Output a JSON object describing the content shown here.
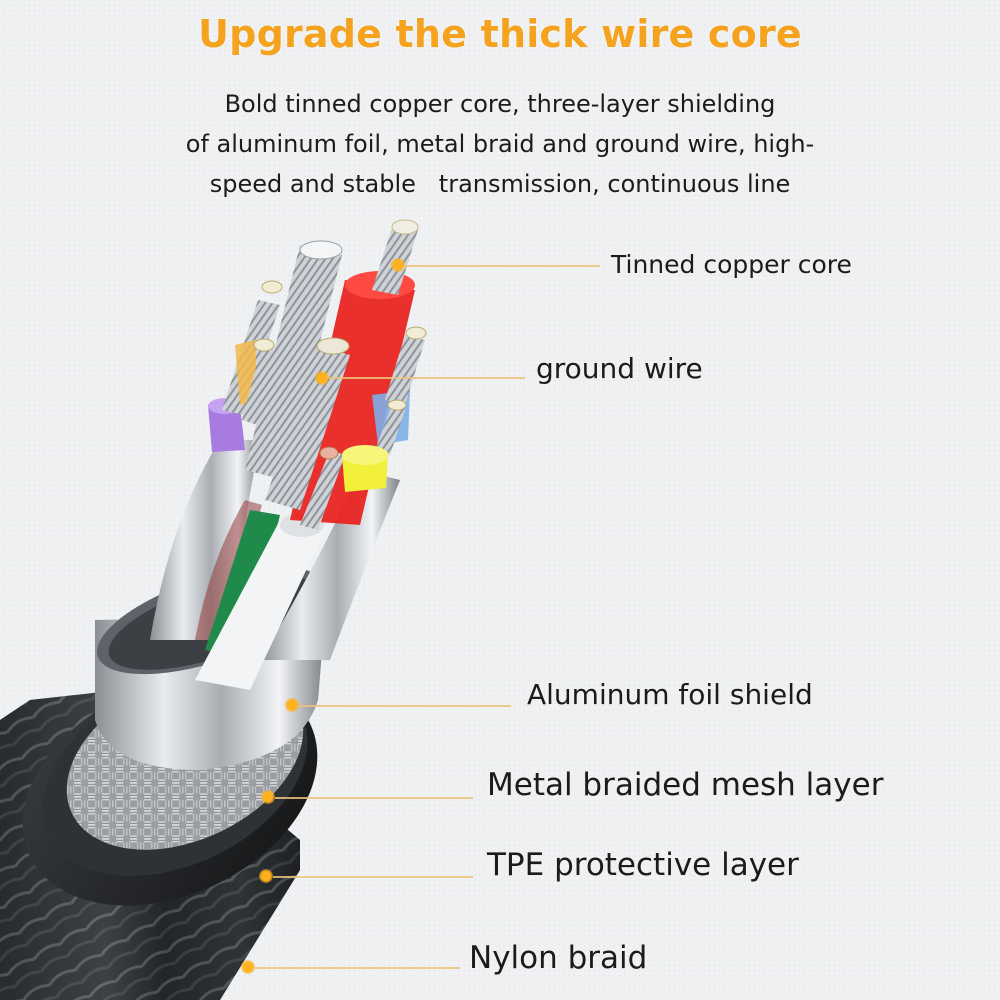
{
  "header": {
    "title": "Upgrade the thick wire core",
    "subtitle_lines": [
      "Bold tinned copper core, three-layer shielding",
      "of aluminum foil, metal braid and ground wire, high-",
      "speed and stable   transmission, continuous line"
    ]
  },
  "callouts": [
    {
      "label": "Tinned copper core"
    },
    {
      "label": "ground wire"
    },
    {
      "label": "Aluminum foil shield"
    },
    {
      "label": "Metal braided mesh layer"
    },
    {
      "label": "TPE protective layer"
    },
    {
      "label": "Nylon braid"
    }
  ],
  "colors": {
    "title": "#f5a31f",
    "leader_line": "#ecc27a",
    "dot": "#ffb21e",
    "background": "#eef0f2",
    "text": "#1b1b1b",
    "wire_red": "#e8201c",
    "wire_purple": "#a77be0",
    "wire_yellow": "#f2f03a",
    "wire_blue": "#7eaee8",
    "wire_green": "#1f8a4a",
    "wire_orange": "#f2b84a"
  }
}
